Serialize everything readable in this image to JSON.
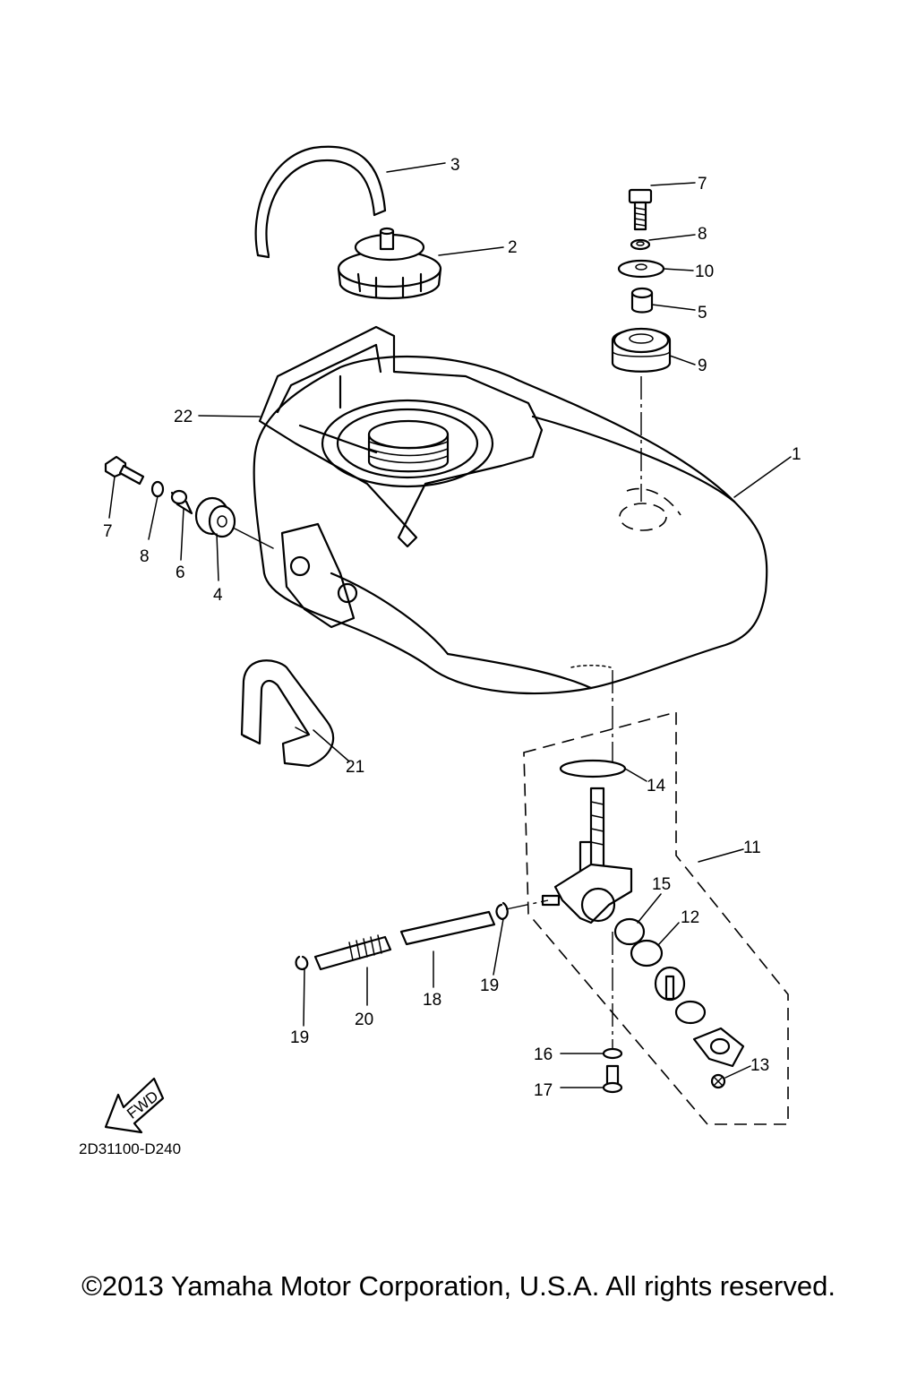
{
  "diagram": {
    "part_callouts": [
      {
        "id": "callout-1",
        "label": "1"
      },
      {
        "id": "callout-2",
        "label": "2"
      },
      {
        "id": "callout-3",
        "label": "3"
      },
      {
        "id": "callout-4",
        "label": "4"
      },
      {
        "id": "callout-5",
        "label": "5"
      },
      {
        "id": "callout-6",
        "label": "6"
      },
      {
        "id": "callout-7-top",
        "label": "7"
      },
      {
        "id": "callout-7-left",
        "label": "7"
      },
      {
        "id": "callout-8-top",
        "label": "8"
      },
      {
        "id": "callout-8-left",
        "label": "8"
      },
      {
        "id": "callout-9",
        "label": "9"
      },
      {
        "id": "callout-10",
        "label": "10"
      },
      {
        "id": "callout-11",
        "label": "11"
      },
      {
        "id": "callout-12",
        "label": "12"
      },
      {
        "id": "callout-13",
        "label": "13"
      },
      {
        "id": "callout-14",
        "label": "14"
      },
      {
        "id": "callout-15",
        "label": "15"
      },
      {
        "id": "callout-16",
        "label": "16"
      },
      {
        "id": "callout-17",
        "label": "17"
      },
      {
        "id": "callout-18",
        "label": "18"
      },
      {
        "id": "callout-19-right",
        "label": "19"
      },
      {
        "id": "callout-19-left",
        "label": "19"
      },
      {
        "id": "callout-20",
        "label": "20"
      },
      {
        "id": "callout-21",
        "label": "21"
      },
      {
        "id": "callout-22",
        "label": "22"
      }
    ],
    "fwd_label": "FWD",
    "drawing_code": "2D31100-D240"
  },
  "footer": {
    "copyright": "©2013 Yamaha Motor Corporation, U.S.A. All rights reserved."
  }
}
